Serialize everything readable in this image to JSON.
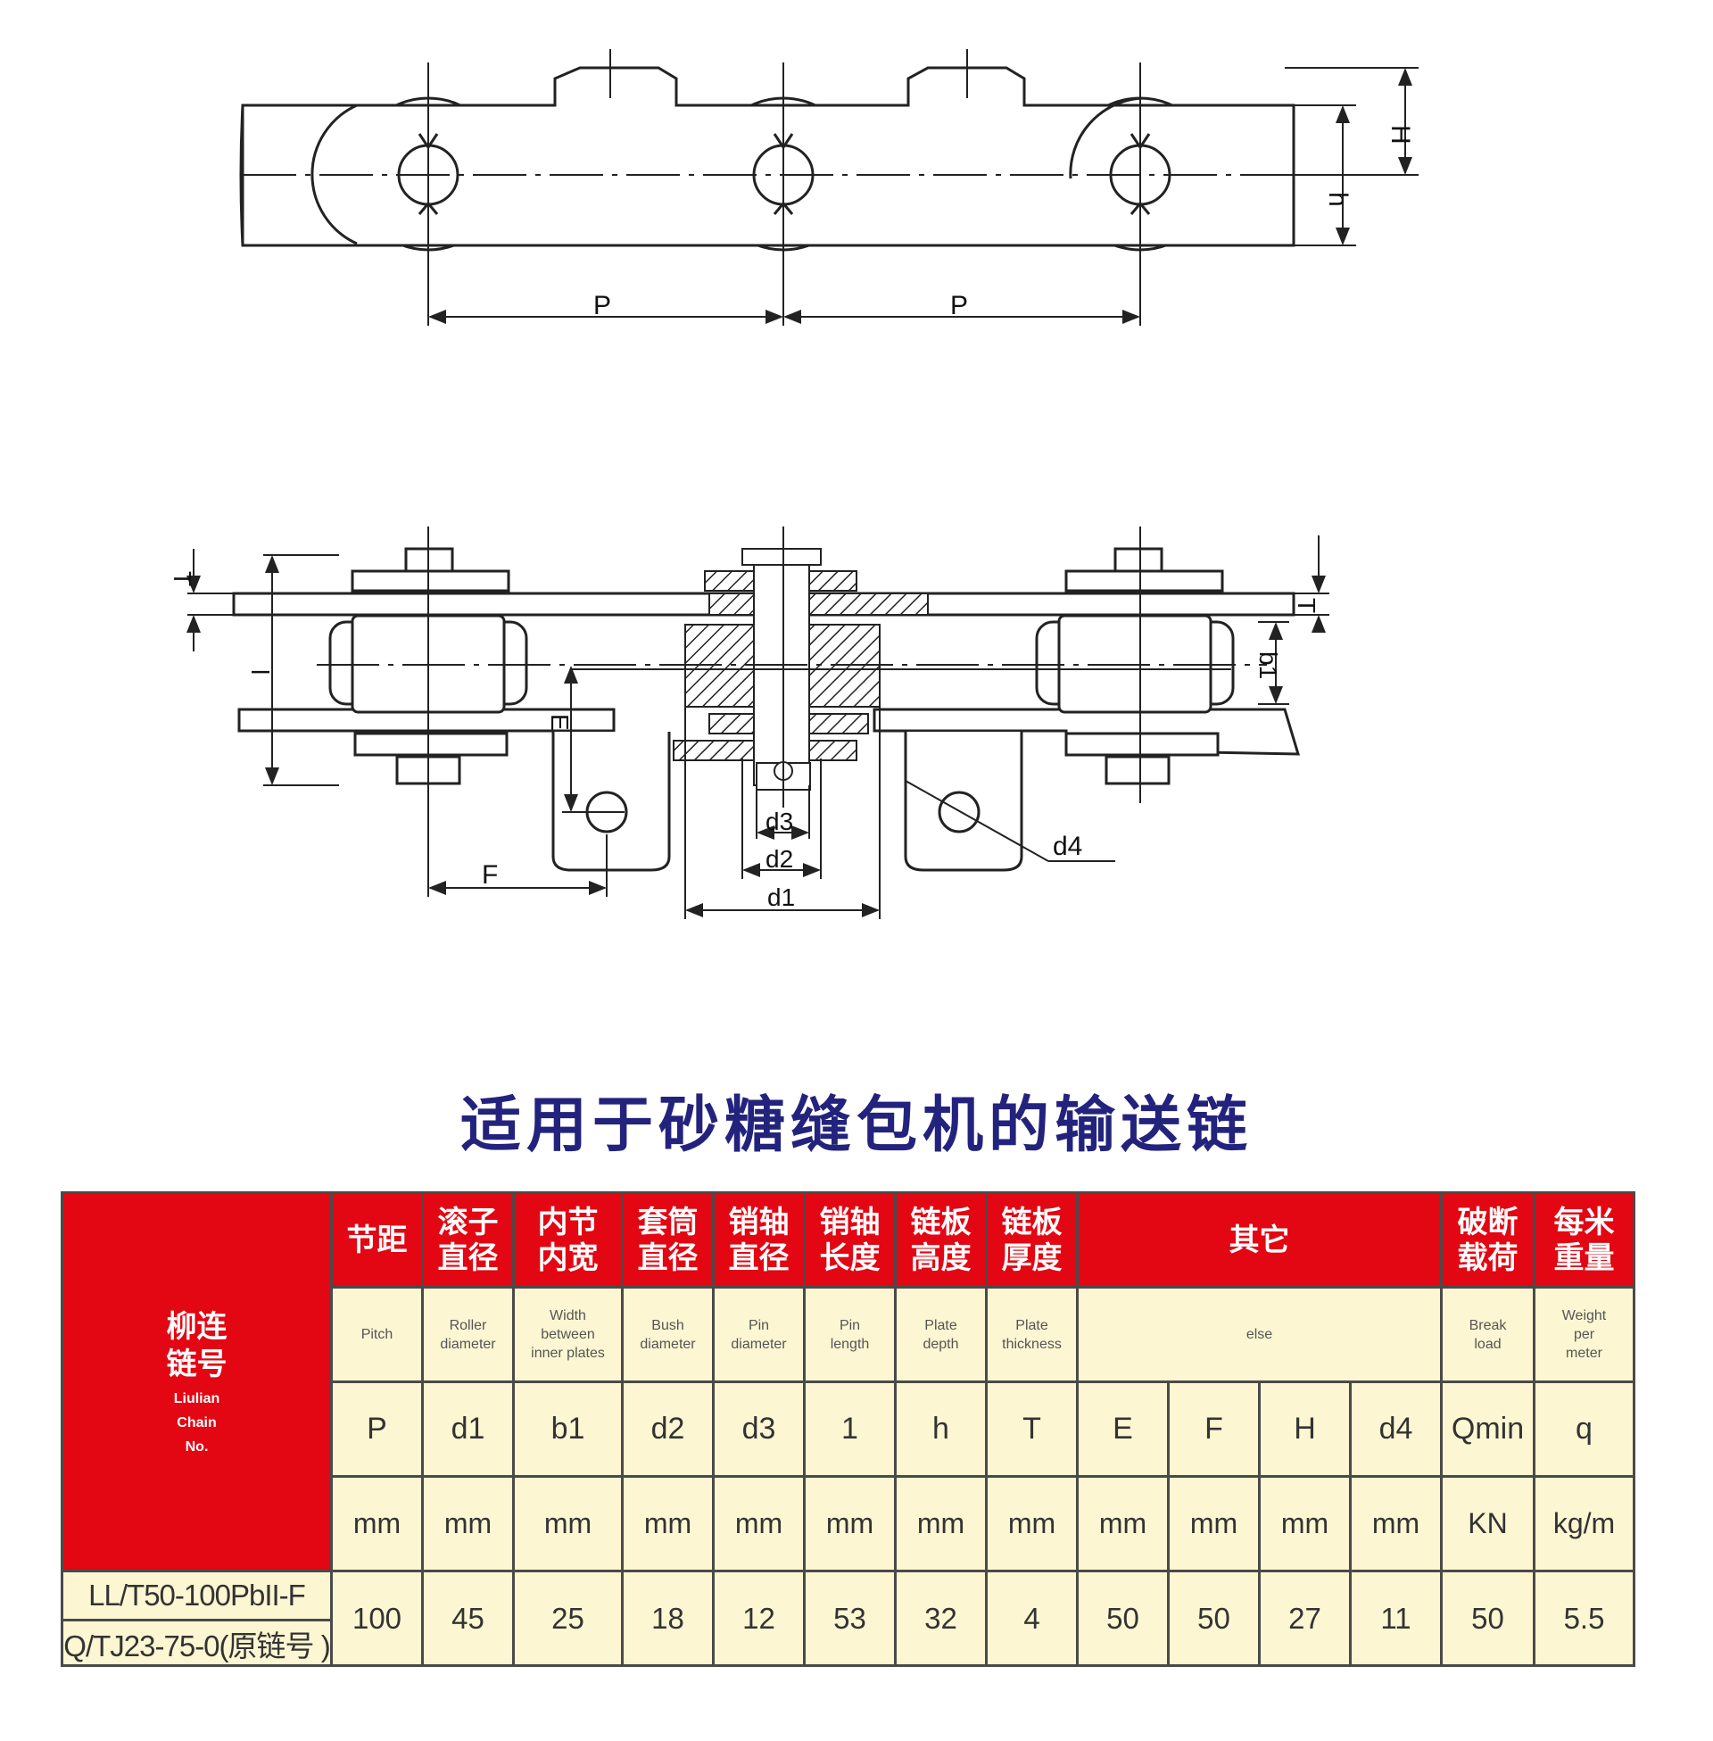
{
  "diagram": {
    "side_view_labels": {
      "pitch1": "P",
      "pitch2": "P",
      "height_H": "H",
      "height_h": "h"
    },
    "top_view_labels": {
      "T_left": "T",
      "T_right": "T",
      "l": "l",
      "E": "E",
      "b1": "b1",
      "F": "F",
      "d1": "d1",
      "d2": "d2",
      "d3": "d3",
      "d4": "d4"
    }
  },
  "title": "适用于砂糖缝包机的输送链",
  "table": {
    "chain_no": {
      "cn1": "柳连",
      "cn2": "链号",
      "en1": "Liulian",
      "en2": "Chain",
      "en3": "No."
    },
    "headers": [
      {
        "l1": "节距",
        "l2": ""
      },
      {
        "l1": "滚子",
        "l2": "直径"
      },
      {
        "l1": "内节",
        "l2": "内宽"
      },
      {
        "l1": "套筒",
        "l2": "直径"
      },
      {
        "l1": "销轴",
        "l2": "直径"
      },
      {
        "l1": "销轴",
        "l2": "长度"
      },
      {
        "l1": "链板",
        "l2": "高度"
      },
      {
        "l1": "链板",
        "l2": "厚度"
      },
      {
        "l1": "其它",
        "l2": ""
      },
      {
        "l1": "破断",
        "l2": "载荷"
      },
      {
        "l1": "每米",
        "l2": "重量"
      }
    ],
    "english": [
      {
        "l1": "Pitch",
        "l2": "",
        "l3": ""
      },
      {
        "l1": "Roller",
        "l2": "diameter",
        "l3": ""
      },
      {
        "l1": "Width",
        "l2": "between",
        "l3": "inner plates"
      },
      {
        "l1": "Bush",
        "l2": "diameter",
        "l3": ""
      },
      {
        "l1": "Pin",
        "l2": "diameter",
        "l3": ""
      },
      {
        "l1": "Pin",
        "l2": "length",
        "l3": ""
      },
      {
        "l1": "Plate",
        "l2": "depth",
        "l3": ""
      },
      {
        "l1": "Plate",
        "l2": "thickness",
        "l3": ""
      },
      {
        "l1": "else",
        "l2": "",
        "l3": ""
      },
      {
        "l1": "Break",
        "l2": "load",
        "l3": ""
      },
      {
        "l1": "Weight",
        "l2": "per",
        "l3": "meter"
      }
    ],
    "symbols": [
      "P",
      "d1",
      "b1",
      "d2",
      "d3",
      "1",
      "h",
      "T",
      "E",
      "F",
      "H",
      "d4",
      "Qmin",
      "q"
    ],
    "units": [
      "mm",
      "mm",
      "mm",
      "mm",
      "mm",
      "mm",
      "mm",
      "mm",
      "mm",
      "mm",
      "mm",
      "mm",
      "KN",
      "kg/m"
    ],
    "models": [
      "LL/T50-100PbII-F",
      "Q/TJ23-75-0(原链号 )"
    ],
    "values": [
      "100",
      "45",
      "25",
      "18",
      "12",
      "53",
      "32",
      "4",
      "50",
      "50",
      "27",
      "11",
      "50",
      "5.5"
    ]
  }
}
